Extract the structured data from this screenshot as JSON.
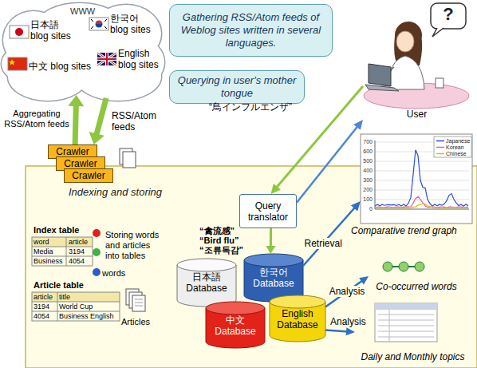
{
  "diagram": {
    "nodes": [
      {
        "text": [
          "WWW"
        ]
      },
      {
        "text": [
          "日本語 blog sites"
        ],
        "in": 0
      },
      {
        "text": [
          "한국어 blog sites"
        ],
        "in": 0
      },
      {
        "text": [
          "中文 blog sites"
        ],
        "in": 0
      },
      {
        "text": [
          "English blog sites"
        ],
        "in": 0
      },
      {
        "text": [
          "Gathering RSS/Atom feeds of Weblog sites written in several languages."
        ]
      },
      {
        "text": [
          "Querying in user's mother tongue"
        ]
      },
      {
        "text": [
          "User"
        ]
      },
      {
        "text": [
          "Crawler"
        ]
      },
      {
        "text": [
          "Crawler"
        ]
      },
      {
        "text": [
          "Crawler"
        ]
      },
      {
        "text": [
          "Indexing and storing"
        ]
      },
      {
        "text": [
          "Query translator"
        ],
        "in": 11
      },
      {
        "text": [
          "Index table"
        ],
        "in": 11
      },
      {
        "text": [
          "Article table"
        ],
        "in": 11
      },
      {
        "text": [
          "日本語 Database"
        ],
        "in": 11
      },
      {
        "text": [
          "한국어 Database"
        ],
        "in": 11
      },
      {
        "text": [
          "中文 Database"
        ],
        "in": 11
      },
      {
        "text": [
          "English Database"
        ],
        "in": 11
      },
      {
        "text": [
          "Comparative trend graph"
        ]
      },
      {
        "text": [
          "Co-occurred words"
        ],
        "in": 11
      },
      {
        "text": [
          "Daily and Monthly topics"
        ],
        "in": 11
      }
    ],
    "edges": [
      {
        "from": 8,
        "to": 0,
        "arrow": "to",
        "label": "Aggregating RSS/Atom feeds"
      },
      {
        "from": 0,
        "to": 8,
        "arrow": "to",
        "label": "RSS/Atom feeds"
      },
      {
        "from": 7,
        "to": 12,
        "arrow": "to",
        "label": "“鳥インフルエンザ”"
      },
      {
        "from": 12,
        "to": 16,
        "arrow": "to"
      },
      {
        "from": 12,
        "to": 7,
        "arrow": "to"
      },
      {
        "from": 16,
        "to": 19,
        "arrow": "to",
        "label": "Retrieval"
      },
      {
        "from": 18,
        "to": 20,
        "arrow": "to",
        "label": "Analysis"
      },
      {
        "from": 18,
        "to": 21,
        "arrow": "to",
        "label": "Analysis"
      }
    ],
    "labels": [
      "?",
      "Storing words and articles into tables",
      "words",
      "Articles",
      "word",
      "article",
      "Media",
      "3194",
      "Business",
      "4054",
      "article",
      "title",
      "3194",
      "World Cup",
      "4054",
      "Business English",
      "“禽流感”",
      "“Bird flu”",
      "“조류독감”",
      "700",
      "600",
      "500",
      "400",
      "300",
      "200",
      "100",
      "0"
    ],
    "legend": [
      {
        "text": "Japanese"
      },
      {
        "text": "Korean"
      },
      {
        "text": "Chinese"
      }
    ]
  }
}
